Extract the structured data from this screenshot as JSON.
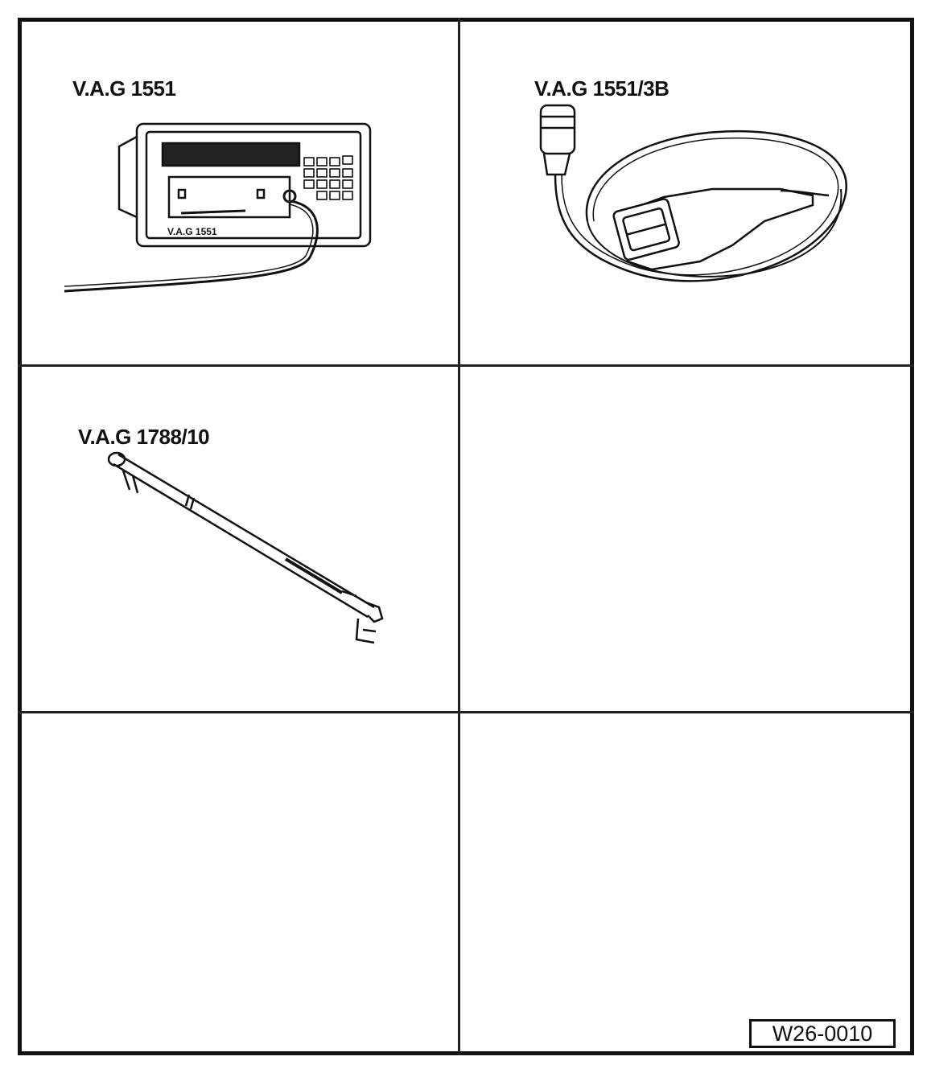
{
  "tools": [
    {
      "label": "V.A.G 1551",
      "device_text": "V.A.G 1551"
    },
    {
      "label": "V.A.G 1551/3B"
    },
    {
      "label": "V.A.G 1788/10"
    }
  ],
  "figure_ref": "W26-0010",
  "icons": [
    "diagnostic-tester-icon",
    "diagnostic-cable-icon",
    "adapter-tool-icon"
  ],
  "colors": {
    "ink": "#111111",
    "background": "#ffffff"
  }
}
